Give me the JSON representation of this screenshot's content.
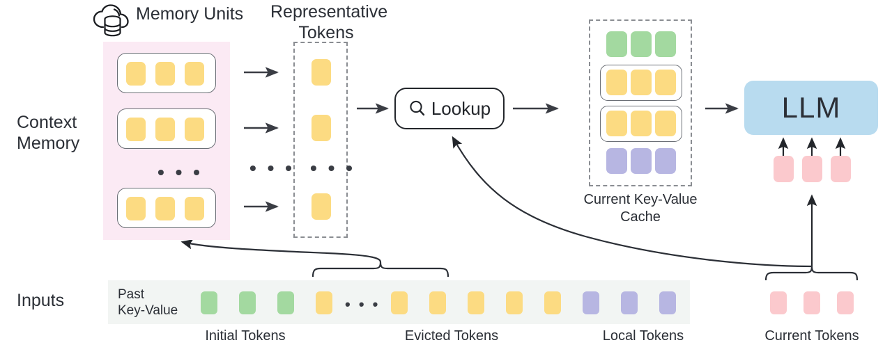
{
  "diagram": {
    "title": "Context Memory LLM KV-Cache Lookup Architecture",
    "colors": {
      "yellow_token": "#fcdb82",
      "green_token": "#a3d9a0",
      "purple_token": "#b7b6e2",
      "pink_token": "#fbc9cd",
      "memory_panel": "#fbeaf4",
      "llm_box": "#b8dbef",
      "inputs_strip": "#f2f5f3",
      "stroke": "#2b2f36"
    }
  },
  "labels": {
    "memory_units": "Memory Units",
    "representative_tokens_line1": "Representative",
    "representative_tokens_line2": "Tokens",
    "context_memory_line1": "Context",
    "context_memory_line2": "Memory",
    "inputs": "Inputs",
    "past_key_value_line1": "Past",
    "past_key_value_line2": "Key-Value",
    "lookup": "Lookup",
    "llm": "LLM",
    "current_kv_cache_line1": "Current Key-Value",
    "current_kv_cache_line2": "Cache",
    "initial_tokens": "Initial Tokens",
    "evicted_tokens": "Evicted Tokens",
    "local_tokens": "Local Tokens",
    "current_tokens": "Current Tokens",
    "ellipsis": "• • •"
  },
  "context_memory": {
    "units": [
      {
        "id": "unit-1",
        "tokens": [
          "yellow",
          "yellow",
          "yellow"
        ]
      },
      {
        "id": "unit-2",
        "tokens": [
          "yellow",
          "yellow",
          "yellow"
        ]
      },
      {
        "id": "unit-n",
        "tokens": [
          "yellow",
          "yellow",
          "yellow"
        ]
      }
    ],
    "unit_count_visible": 3,
    "has_ellipsis_between": true
  },
  "representative_tokens": {
    "tokens": [
      "yellow",
      "yellow",
      "yellow"
    ],
    "has_ellipsis_between": true,
    "boxed": "dashed"
  },
  "kv_cache": {
    "boxed": "dashed",
    "rows": [
      {
        "id": "initial-row",
        "color": "green",
        "count": 3,
        "grouped": false
      },
      {
        "id": "retrieved-row-1",
        "color": "yellow",
        "count": 3,
        "grouped": true
      },
      {
        "id": "retrieved-row-2",
        "color": "yellow",
        "count": 3,
        "grouped": true
      },
      {
        "id": "local-row",
        "color": "purple",
        "count": 3,
        "grouped": false
      }
    ]
  },
  "llm_inputs": {
    "tokens": [
      "pink",
      "pink",
      "pink"
    ],
    "arrow_count": 3
  },
  "inputs_row": {
    "sequence": [
      {
        "group": "initial",
        "color": "green",
        "count": 3
      },
      {
        "group": "evicted-head",
        "color": "yellow",
        "count": 1
      },
      {
        "group": "ellipsis",
        "color": "none",
        "count": 0
      },
      {
        "group": "evicted-tail",
        "color": "yellow",
        "count": 5
      },
      {
        "group": "local",
        "color": "purple",
        "count": 3
      }
    ],
    "current_tokens": {
      "color": "pink",
      "count": 3
    }
  },
  "icons": {
    "cloud_database": "cloud-database-icon",
    "search": "search-icon"
  }
}
